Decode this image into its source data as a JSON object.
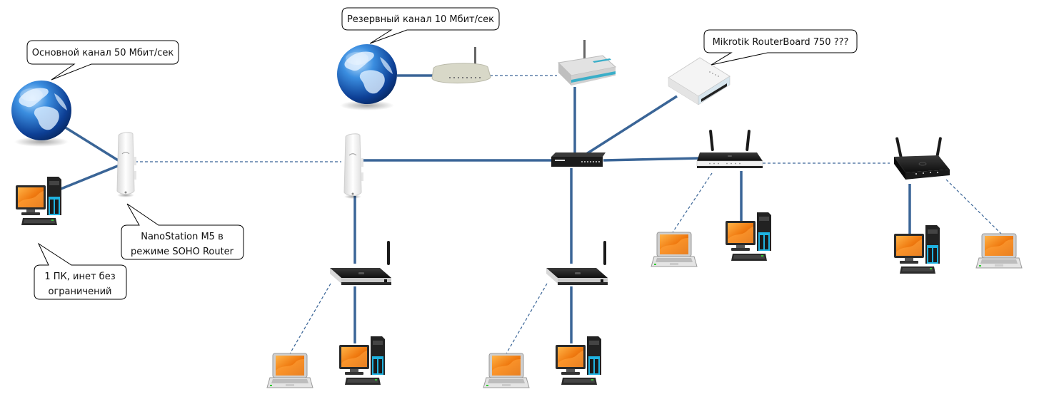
{
  "diagram": {
    "title": "Network topology",
    "colors": {
      "wired_link": "#3a6597",
      "wireless_link": "#3a6597",
      "background": "#ffffff",
      "callout_border": "#000000",
      "callout_fill": "#ffffff",
      "screen_orange": "#f07a10",
      "tower_cyan": "#1fb2e0"
    },
    "callouts": [
      {
        "id": "main-channel",
        "lines": [
          "Основной канал 50 Мбит/сек"
        ]
      },
      {
        "id": "backup-channel",
        "lines": [
          "Резервный канал 10 Мбит/сек"
        ]
      },
      {
        "id": "mikrotik",
        "lines": [
          "Mikrotik RouterBoard 750 ???"
        ]
      },
      {
        "id": "nanostation",
        "lines": [
          "NanoStation M5 в",
          "режиме SOHO Router"
        ]
      },
      {
        "id": "single-pc",
        "lines": [
          "1 ПК, инет без",
          "ограничений"
        ]
      }
    ],
    "devices": [
      {
        "id": "globe-main",
        "type": "internet-globe"
      },
      {
        "id": "globe-backup",
        "type": "internet-globe"
      },
      {
        "id": "adsl-modem",
        "type": "modem"
      },
      {
        "id": "dlink-ap",
        "type": "access-point"
      },
      {
        "id": "mikrotik-rb750",
        "type": "router"
      },
      {
        "id": "nanostation-left",
        "type": "outdoor-cpe"
      },
      {
        "id": "nanostation-right",
        "type": "outdoor-cpe"
      },
      {
        "id": "switch",
        "type": "switch"
      },
      {
        "id": "router-right-1",
        "type": "wifi-router"
      },
      {
        "id": "router-right-2",
        "type": "wifi-router"
      },
      {
        "id": "router-bottom-1",
        "type": "wifi-router"
      },
      {
        "id": "router-bottom-2",
        "type": "wifi-router"
      },
      {
        "id": "pc-left",
        "type": "desktop-pc"
      },
      {
        "id": "pc-b1",
        "type": "desktop-pc"
      },
      {
        "id": "pc-b2",
        "type": "desktop-pc"
      },
      {
        "id": "pc-r1",
        "type": "desktop-pc"
      },
      {
        "id": "pc-r2",
        "type": "desktop-pc"
      },
      {
        "id": "laptop-b1",
        "type": "laptop"
      },
      {
        "id": "laptop-b2",
        "type": "laptop"
      },
      {
        "id": "laptop-r1",
        "type": "laptop"
      },
      {
        "id": "laptop-r2",
        "type": "laptop"
      }
    ],
    "links": [
      {
        "from": "globe-main",
        "to": "nanostation-left",
        "kind": "wired"
      },
      {
        "from": "pc-left",
        "to": "nanostation-left",
        "kind": "wired"
      },
      {
        "from": "nanostation-left",
        "to": "nanostation-right",
        "kind": "wireless"
      },
      {
        "from": "nanostation-right",
        "to": "switch",
        "kind": "wired"
      },
      {
        "from": "nanostation-right",
        "to": "router-bottom-1",
        "kind": "wired"
      },
      {
        "from": "globe-backup",
        "to": "adsl-modem",
        "kind": "wired"
      },
      {
        "from": "adsl-modem",
        "to": "dlink-ap",
        "kind": "wireless"
      },
      {
        "from": "dlink-ap",
        "to": "switch",
        "kind": "wired"
      },
      {
        "from": "mikrotik-rb750",
        "to": "switch",
        "kind": "wired"
      },
      {
        "from": "switch",
        "to": "router-bottom-2",
        "kind": "wired"
      },
      {
        "from": "switch",
        "to": "router-right-1",
        "kind": "wired"
      },
      {
        "from": "router-right-1",
        "to": "router-right-2",
        "kind": "wireless"
      },
      {
        "from": "router-bottom-1",
        "to": "pc-b1",
        "kind": "wired"
      },
      {
        "from": "router-bottom-1",
        "to": "laptop-b1",
        "kind": "wireless"
      },
      {
        "from": "router-bottom-2",
        "to": "pc-b2",
        "kind": "wired"
      },
      {
        "from": "router-bottom-2",
        "to": "laptop-b2",
        "kind": "wireless"
      },
      {
        "from": "router-right-1",
        "to": "pc-r1",
        "kind": "wired"
      },
      {
        "from": "router-right-1",
        "to": "laptop-r1",
        "kind": "wireless"
      },
      {
        "from": "router-right-2",
        "to": "pc-r2",
        "kind": "wired"
      },
      {
        "from": "router-right-2",
        "to": "laptop-r2",
        "kind": "wireless"
      }
    ]
  }
}
